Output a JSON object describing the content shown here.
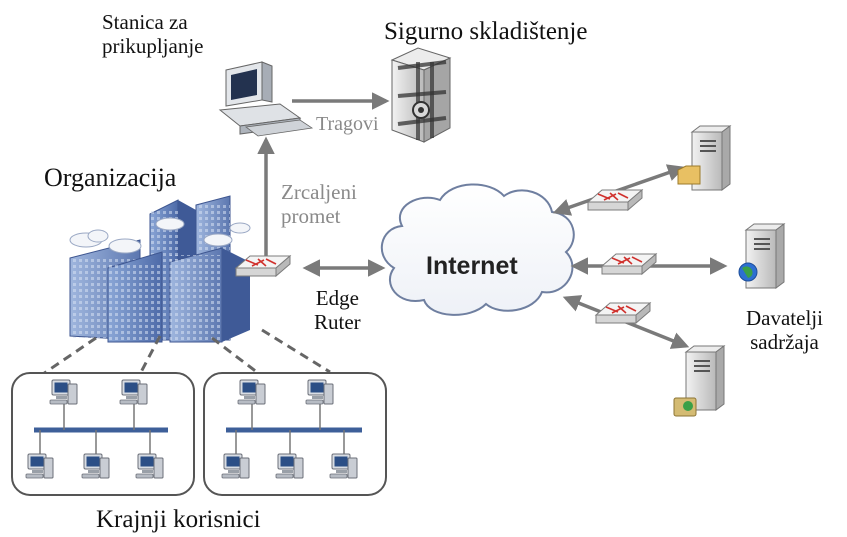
{
  "labels": {
    "collection_station": "Stanica za\nprikupljanje",
    "secure_storage": "Sigurno skladištenje",
    "traces": "Tragovi",
    "organization": "Organizacija",
    "mirrored_traffic": "Zrcaljeni\npromet",
    "internet": "Internet",
    "edge_router": "Edge\nRuter",
    "content_providers": "Davatelji\nsadržaja",
    "end_users": "Krajnji korisnici"
  },
  "colors": {
    "arrow": "#7a7a7a",
    "cloud_stroke": "#6f7fa0",
    "building_blue": "#6f8fc8",
    "user_group_border": "#555555"
  }
}
